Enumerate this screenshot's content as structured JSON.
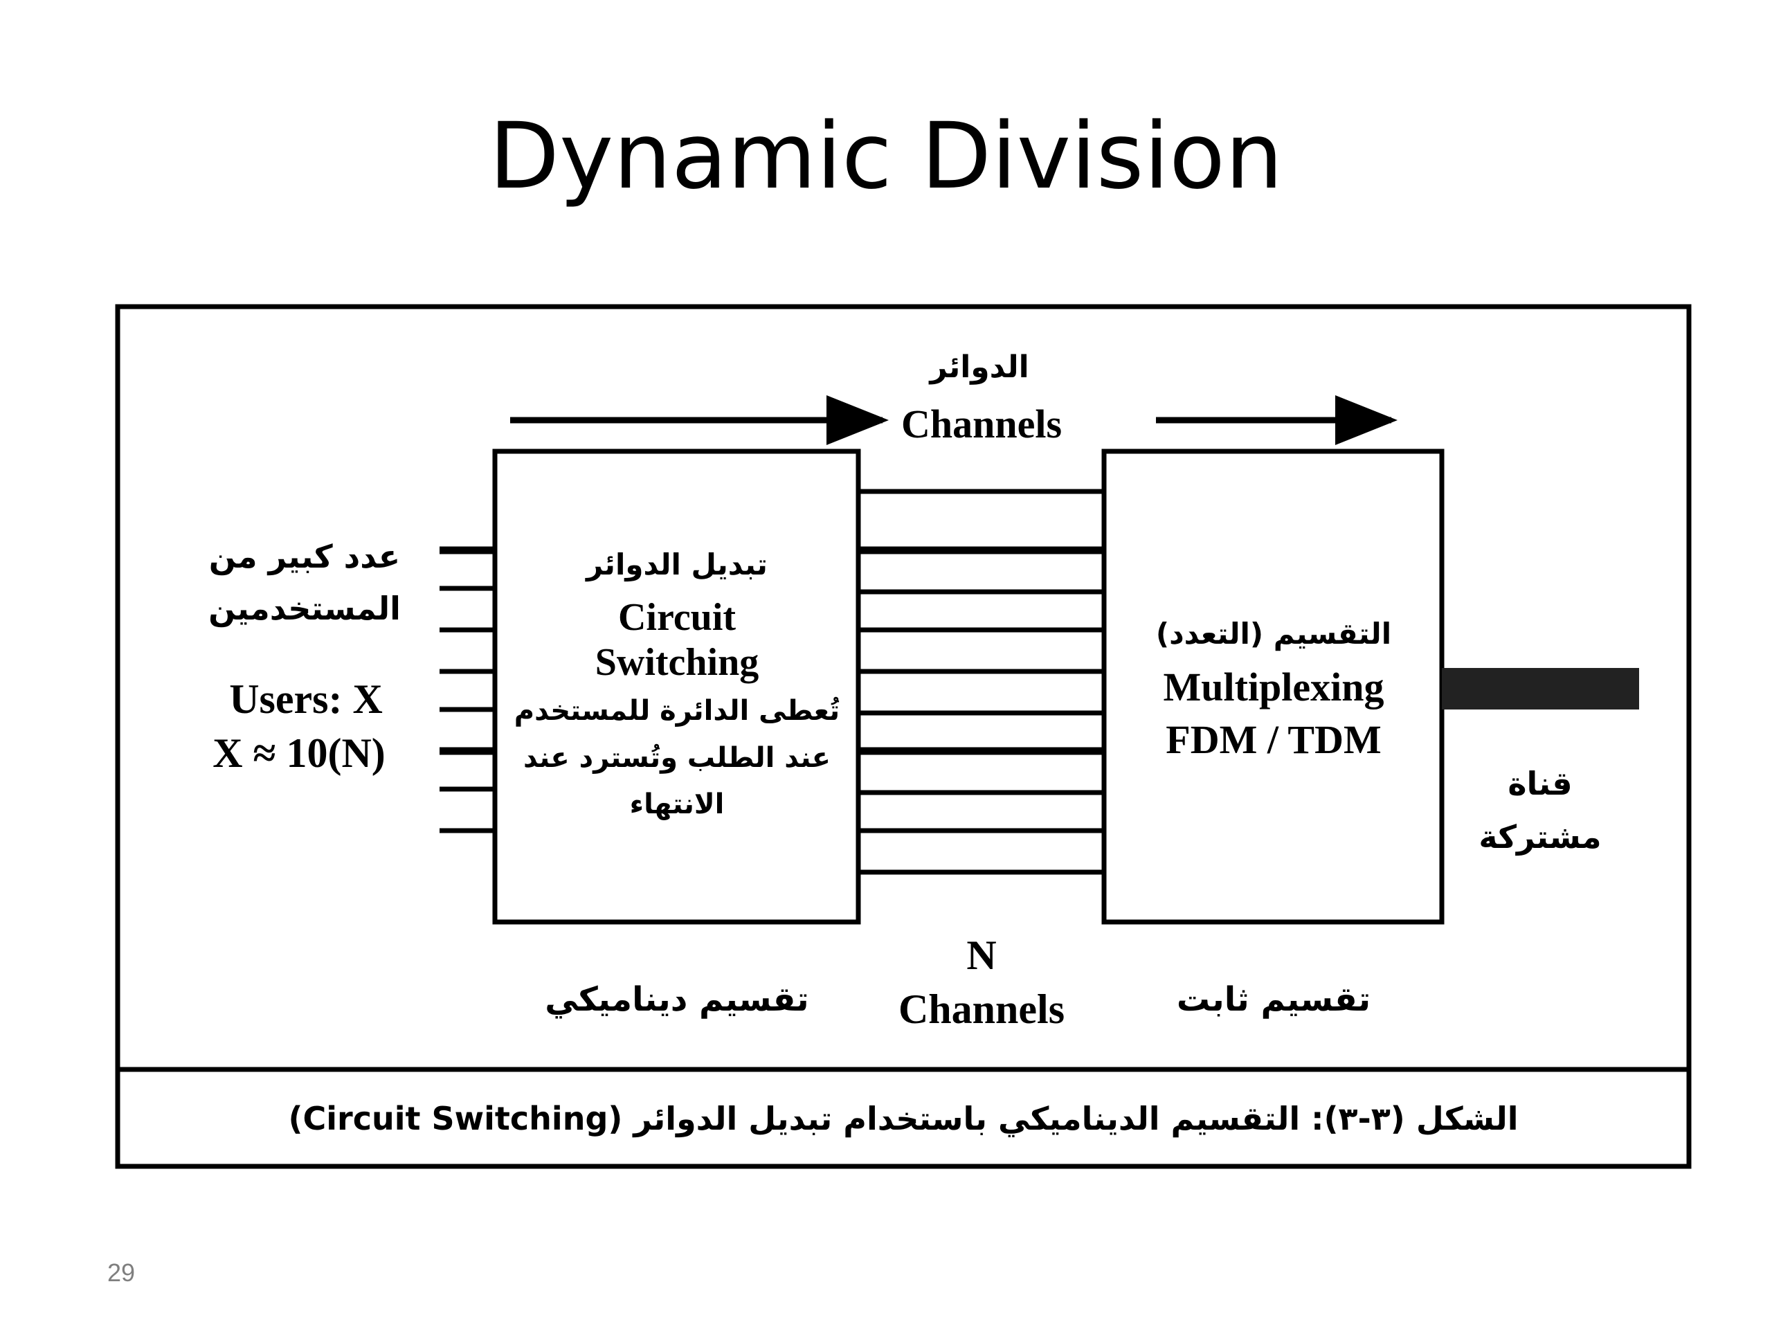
{
  "slide": {
    "title": "Dynamic Division",
    "page_number": "29"
  },
  "diagram": {
    "top_label_ar": "الدوائر",
    "top_label_en": "Channels",
    "users_ar_line1": "عدد كبير من",
    "users_ar_line2": "المستخدمين",
    "users_line1": "Users: X",
    "users_line2": "X ≈ 10(N)",
    "switch_box": {
      "title_ar": "تبديل الدوائر",
      "line1": "Circuit",
      "line2": "Switching",
      "desc_ar_line1": "تُعطى الدائرة للمستخدم",
      "desc_ar_line2": "عند الطلب وتُسترد عند",
      "desc_ar_line3": "الانتهاء"
    },
    "mux_box": {
      "title_ar": "التقسيم (التعدد)",
      "line1": "Multiplexing",
      "line2": "FDM / TDM"
    },
    "shared_channel_ar_line1": "قناة",
    "shared_channel_ar_line2": "مشتركة",
    "dynamic_label_ar": "تقسيم  ديناميكي",
    "n_label": "N",
    "n_channels_label": "Channels",
    "fixed_label_ar": "تقسيم ثابت",
    "caption": "الشكل (٣-٣): التقسيم الديناميكي باستخدام تبديل الدوائر (Circuit Switching)"
  }
}
